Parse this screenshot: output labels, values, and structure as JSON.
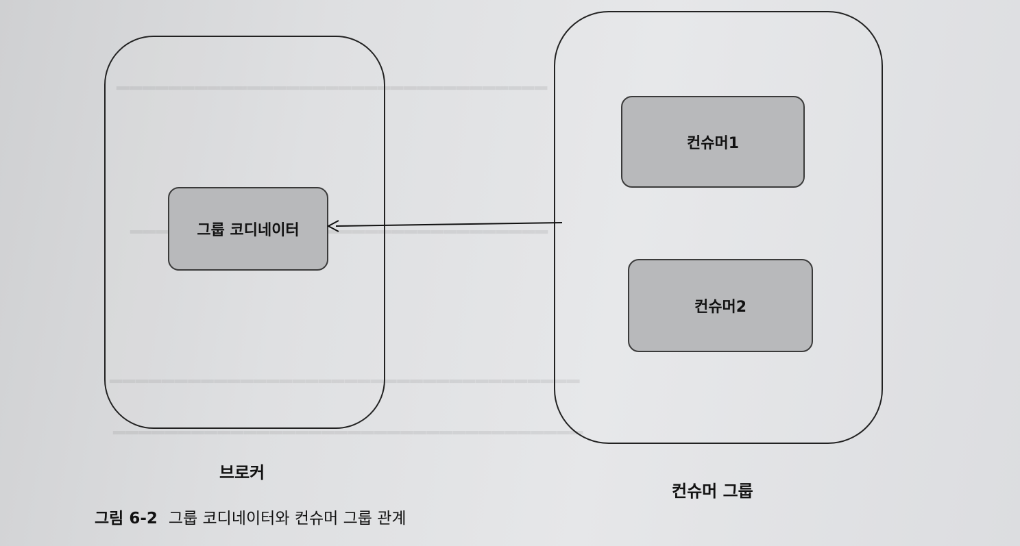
{
  "diagram": {
    "broker": {
      "label": "브로커",
      "coordinator_label": "그룹 코디네이터"
    },
    "consumer_group": {
      "label": "컨슈머 그룹",
      "consumers": [
        "컨슈머1",
        "컨슈머2"
      ]
    },
    "caption": {
      "number": "그림 6-2",
      "text": "그룹 코디네이터와 컨슈머 그룹 관계"
    }
  },
  "colors": {
    "node_fill": "#b8b9bb",
    "stroke": "#222222",
    "page": "#dedfe1"
  }
}
